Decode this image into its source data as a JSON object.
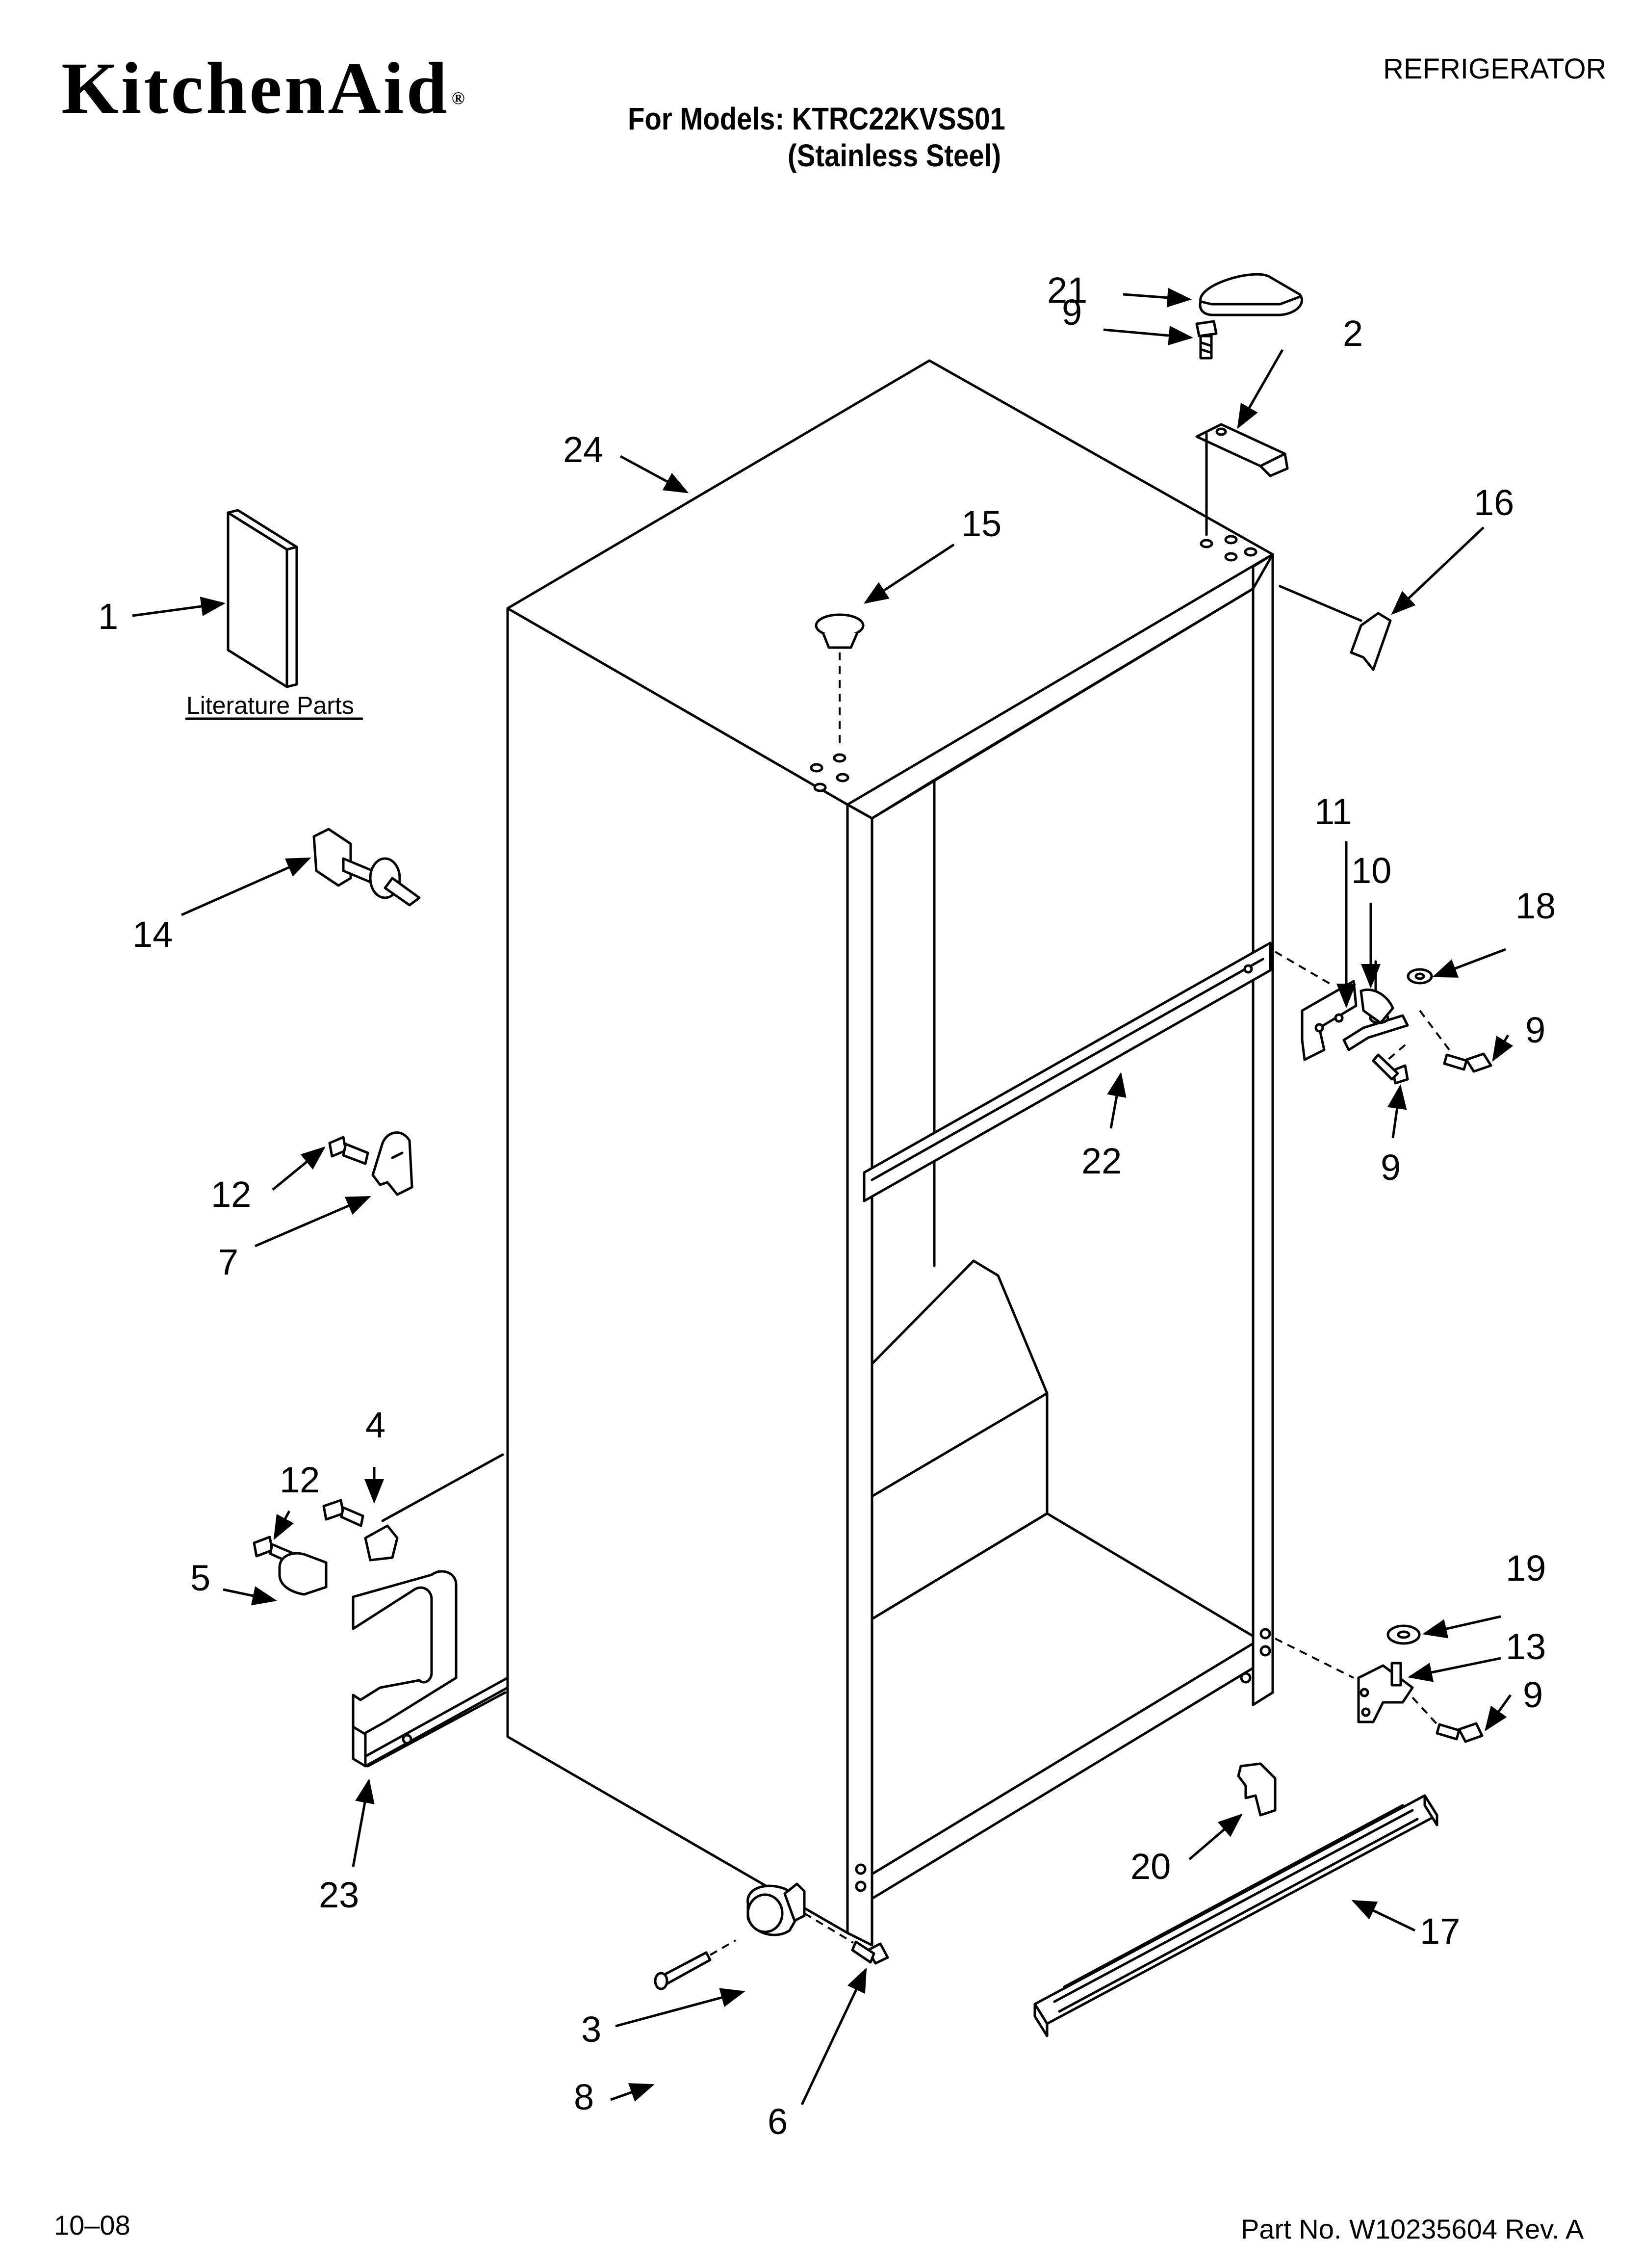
{
  "header": {
    "brand": "KitchenAid",
    "registered_mark": "®",
    "category": "REFRIGERATOR",
    "models_line": "For Models: KTRC22KVSS01",
    "models_finish": "(Stainless Steel)"
  },
  "footer": {
    "date": "10–08",
    "part_number": "Part No. W10235604 Rev. A"
  },
  "literature": {
    "label": "Literature Parts"
  },
  "callouts": {
    "c1": "1",
    "c2": "2",
    "c3": "3",
    "c4": "4",
    "c5": "5",
    "c6": "6",
    "c7": "7",
    "c8": "8",
    "c9a": "9",
    "c9b": "9",
    "c9c": "9",
    "c9d": "9",
    "c10": "10",
    "c11": "11",
    "c12a": "12",
    "c12b": "12",
    "c13": "13",
    "c14": "14",
    "c15": "15",
    "c16": "16",
    "c17": "17",
    "c18": "18",
    "c19": "19",
    "c20": "20",
    "c21": "21",
    "c22": "22",
    "c23": "23",
    "c24": "24"
  }
}
